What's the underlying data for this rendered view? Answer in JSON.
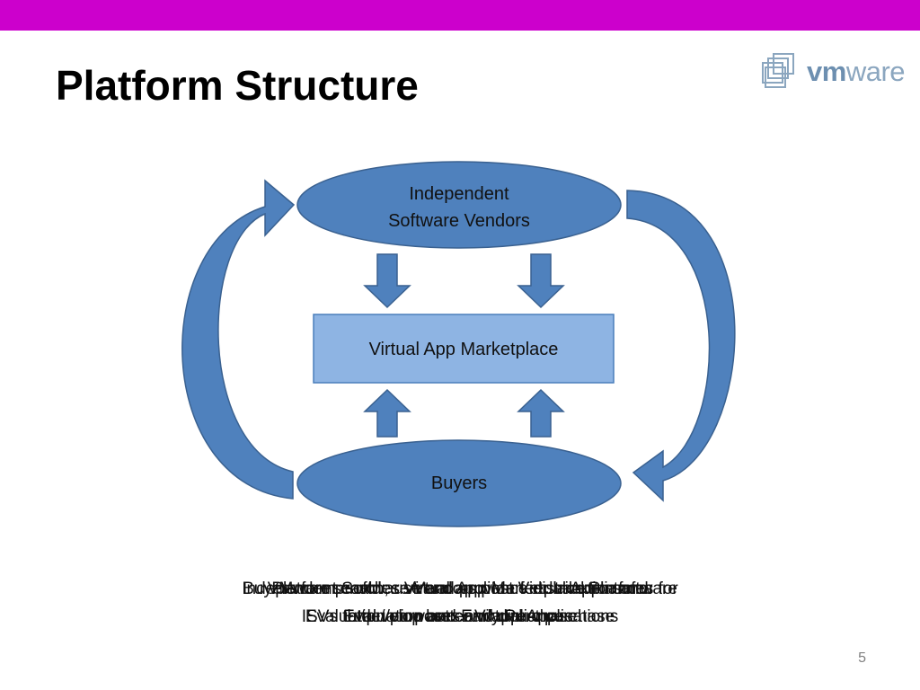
{
  "slide": {
    "title": "Platform Structure",
    "number": "5",
    "logo_text_bold": "vm",
    "logo_text_regular": "ware"
  },
  "diagram": {
    "nodes": {
      "vendors_line1": "Independent",
      "vendors_line2": "Software Vendors",
      "marketplace": "Virtual App Marketplace",
      "buyers": "Buyers"
    },
    "colors": {
      "top_bar": "#cc00cc",
      "ellipse_fill": "#4f81bd",
      "ellipse_stroke": "#3a6190",
      "box_fill": "#8eb4e3",
      "box_stroke": "#4a7ebb",
      "arrow_fill": "#4f81bd"
    }
  },
  "overlapping_caption": {
    "line1_a": "Independent Software Vendors post Virtual Appliances for",
    "line1_b": "Buyers can search, use and provide feedback to software",
    "line1_c": "Platform enables virtual appliance distribution and",
    "line1_d": "VMware provides Virtual App Marketplace Platform",
    "line2_a": "Evaluation purposes and direct purchase",
    "line2_b": "ISVs to develop better Virtual Applications",
    "line2_c": "http://vmware.com/appliances",
    "line2_d": "Evaluation and Early Purchase"
  }
}
